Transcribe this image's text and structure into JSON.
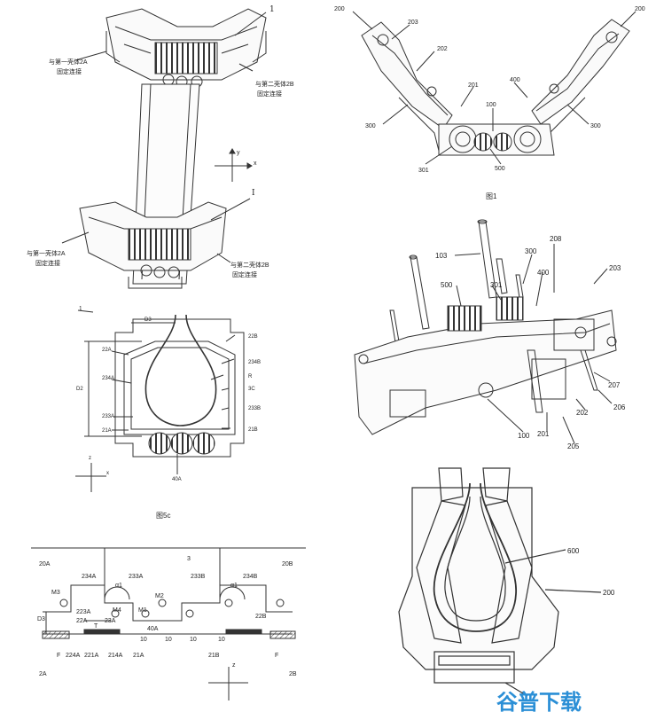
{
  "fig_top_left": {
    "ref": "1",
    "ref2": "I",
    "note_left_1a": "与第一壳体2A",
    "note_left_1b": "固定连接",
    "note_right_1a": "与第二壳体2B",
    "note_right_1b": "固定连接",
    "note_left_2a": "与第一壳体2A",
    "note_left_2b": "固定连接",
    "note_right_2a": "与第二壳体2B",
    "note_right_2b": "固定连接",
    "axis_y": "y",
    "axis_x": "x"
  },
  "fig1": {
    "caption": "图1",
    "labels": [
      "200",
      "203",
      "202",
      "201",
      "400",
      "100",
      "200",
      "300",
      "300",
      "301",
      "500"
    ]
  },
  "fig5c": {
    "caption": "图5c",
    "ref": "1",
    "labels": [
      "D3",
      "22A",
      "22B",
      "234B",
      "234A",
      "R",
      "3C",
      "D2",
      "233A",
      "233B",
      "21A",
      "21B",
      "40A"
    ],
    "axis_z": "z",
    "axis_x": "x"
  },
  "exploded": {
    "labels": [
      "103",
      "300",
      "208",
      "203",
      "500",
      "301",
      "400",
      "207",
      "206",
      "202",
      "201",
      "205",
      "100"
    ]
  },
  "bottom_view": {
    "labels": [
      "600",
      "200"
    ]
  },
  "schematic": {
    "labels": [
      "3",
      "20A",
      "20B",
      "234A",
      "233A",
      "233B",
      "234B",
      "M3",
      "M2",
      "M1",
      "M4",
      "D3",
      "223A",
      "22A",
      "23A",
      "T",
      "22B",
      "F",
      "224A",
      "221A",
      "214A",
      "21A",
      "40A",
      "21B",
      "F",
      "2A",
      "2B",
      "10",
      "10",
      "10",
      "10",
      "α1",
      "α1"
    ],
    "axis_z": "z"
  },
  "watermark": {
    "text": "谷普下载"
  }
}
